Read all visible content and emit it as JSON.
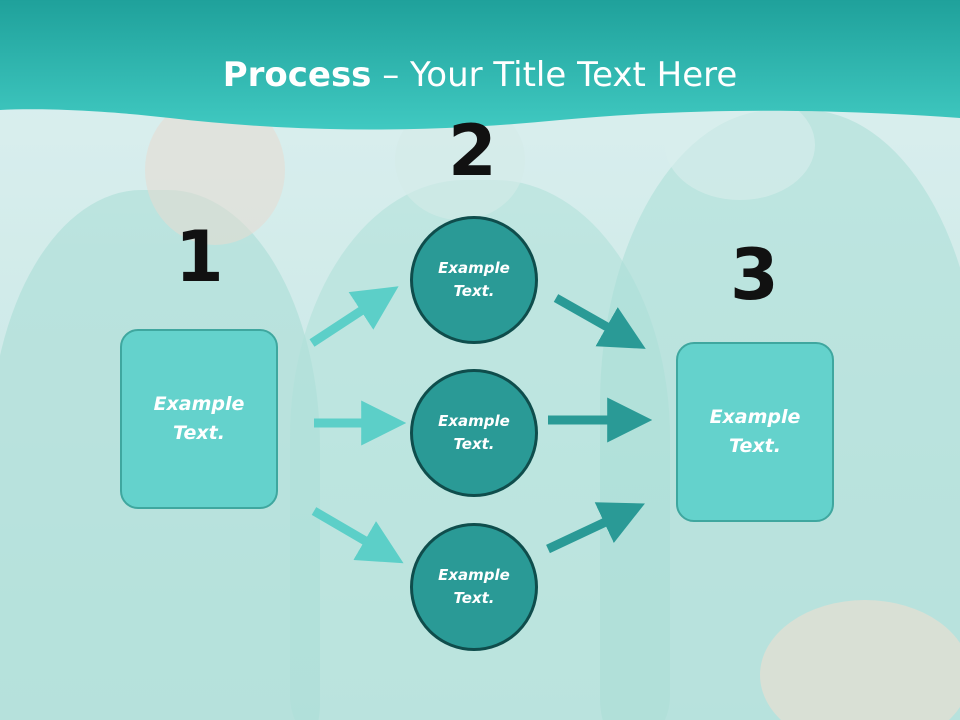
{
  "title": {
    "bold": "Process",
    "rest": " – Your Title Text Here"
  },
  "steps": {
    "one": "1",
    "two": "2",
    "three": "3"
  },
  "boxes": {
    "left": {
      "line1": "Example",
      "line2": "Text."
    },
    "right": {
      "line1": "Example",
      "line2": "Text."
    }
  },
  "circles": [
    {
      "line1": "Example",
      "line2": "Text."
    },
    {
      "line1": "Example",
      "line2": "Text."
    },
    {
      "line1": "Example",
      "line2": "Text."
    }
  ],
  "colors": {
    "band_top": "#23a9a3",
    "band_bottom": "#3ec8c0",
    "box_fill": "#64d2cc",
    "circle_fill": "#2a9a96",
    "arrow_light": "#5ccfc8",
    "arrow_dark": "#2a9a96"
  }
}
